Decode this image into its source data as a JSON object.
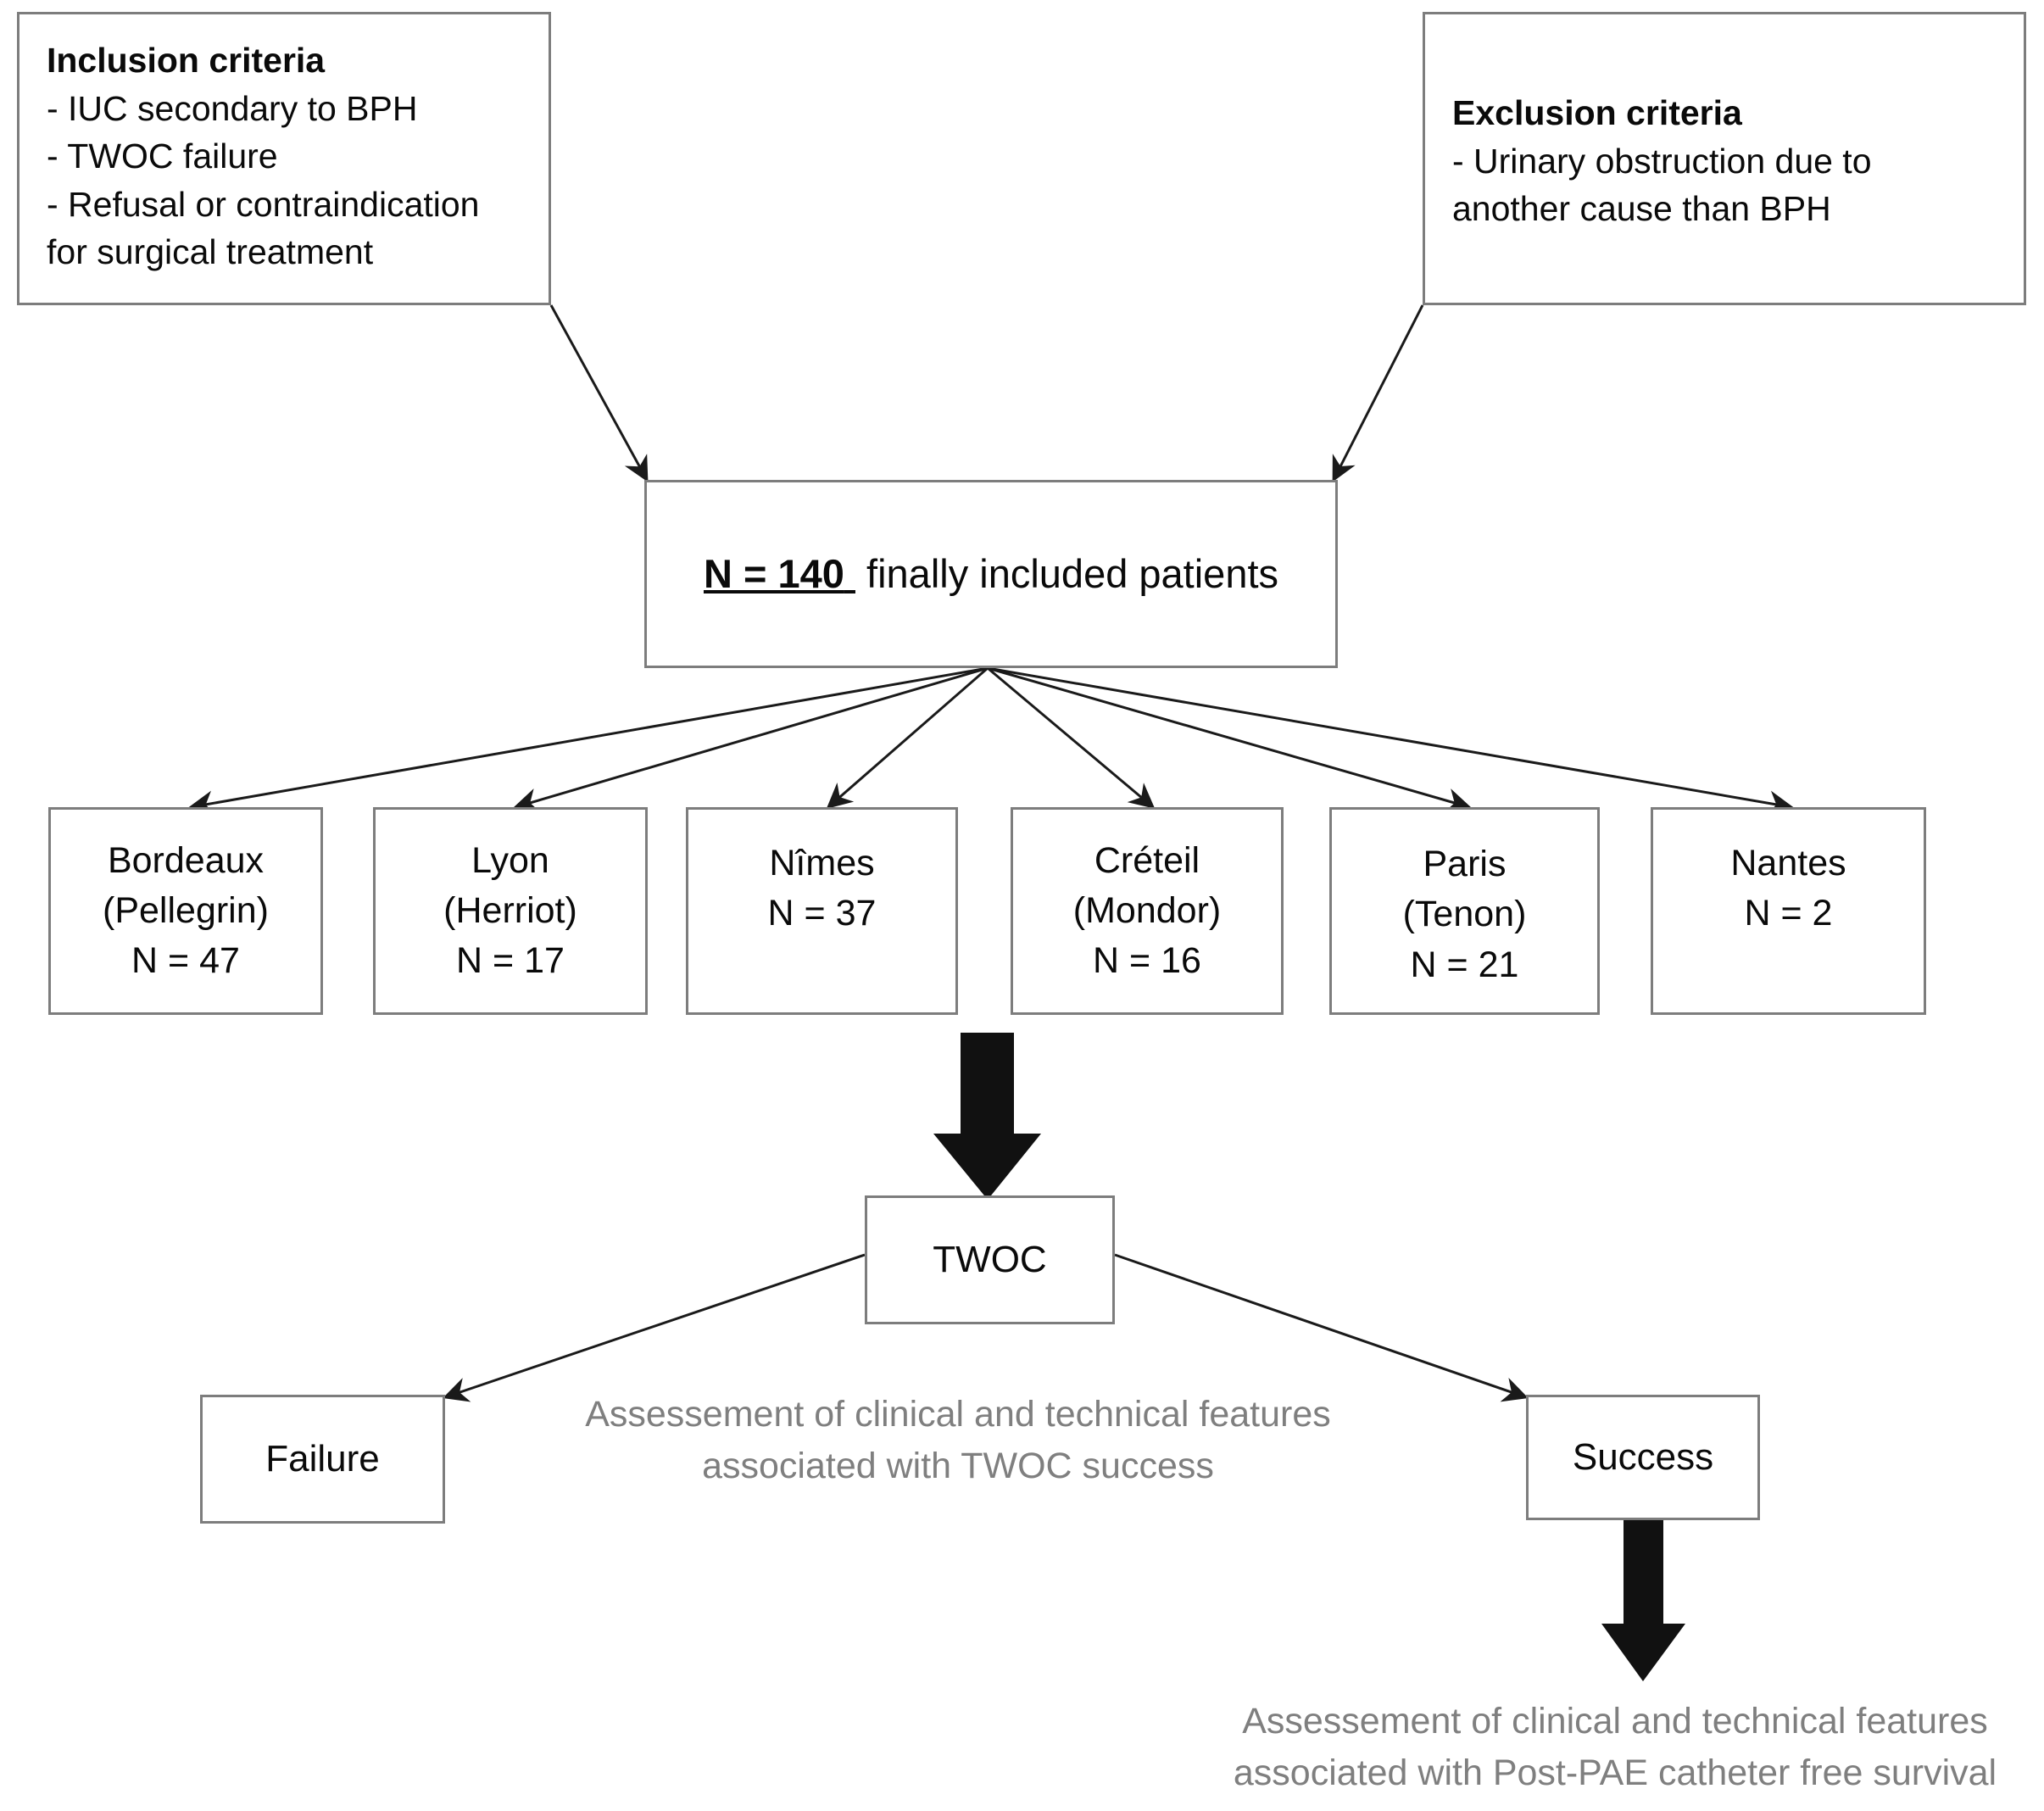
{
  "figure": {
    "type": "flowchart",
    "title": "Patient inclusion flowchart",
    "accent_border": "#7d7d7d",
    "arrow_color": "#1a1a1a",
    "annotation_color": "#7f7f7f"
  },
  "inclusion": {
    "title": "Inclusion criteria",
    "lines": [
      "- IUC secondary to BPH",
      "- TWOC failure",
      "- Refusal or contraindication",
      "for surgical treatment"
    ]
  },
  "exclusion": {
    "title": "Exclusion criteria",
    "lines": [
      "- Urinary obstruction due to",
      "another cause than BPH"
    ]
  },
  "cohort": {
    "emphasis": "N = 140",
    "rest": " finally included patients"
  },
  "centers": [
    {
      "name": "Bordeaux",
      "site": "(Pellegrin)",
      "count": "N = 47"
    },
    {
      "name": "Lyon",
      "site": "(Herriot)",
      "count": "N = 17"
    },
    {
      "name": "Nîmes",
      "site": "",
      "count": "N = 37"
    },
    {
      "name": "Créteil",
      "site": "(Mondor)",
      "count": "N = 16"
    },
    {
      "name": "Paris",
      "site": "(Tenon)",
      "count": "N = 21"
    },
    {
      "name": "Nantes",
      "site": "",
      "count": "N = 2"
    }
  ],
  "twoc": {
    "label": "TWOC"
  },
  "outcomes": {
    "failure": "Failure",
    "success": "Success"
  },
  "annotations": {
    "twoc_assessment": [
      "Assessement of clinical and technical features",
      "associated with TWOC success"
    ],
    "pae_assessment": [
      "Assessement of clinical and technical features",
      "associated with Post-PAE catheter free survival"
    ]
  }
}
